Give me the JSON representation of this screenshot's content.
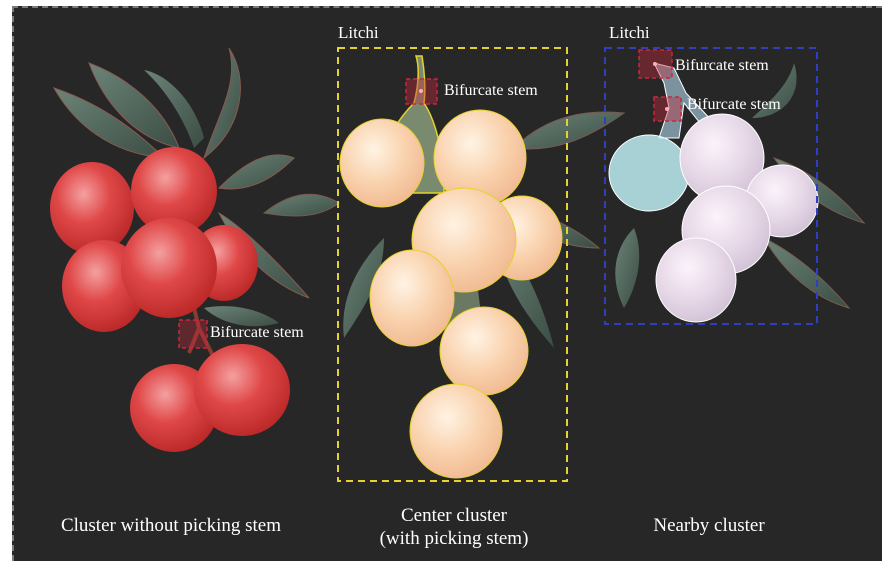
{
  "colors": {
    "background": "#272727",
    "center_box": "#e6d22a",
    "nearby_box": "#2f3fbf",
    "stem_marker": "#c8283c",
    "leaf": "#4d6358",
    "fruit_red": "#d83a3a",
    "fruit_peach": "#f6c8a2",
    "fruit_lilac": "#ded0e0"
  },
  "panels": {
    "left": {
      "stem_label": "Bifurcate stem",
      "caption": "Cluster without picking stem"
    },
    "center": {
      "title": "Litchi",
      "stem_label": "Bifurcate stem",
      "caption_line1": "Center cluster",
      "caption_line2": "(with picking stem)"
    },
    "right": {
      "title": "Litchi",
      "stem_label_1": "Bifurcate stem",
      "stem_label_2": "Bifurcate stem",
      "caption": "Nearby cluster"
    }
  }
}
